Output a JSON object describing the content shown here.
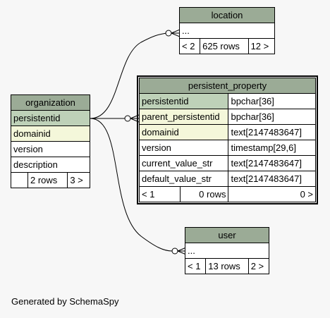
{
  "tables": {
    "location": {
      "name": "location",
      "rows": [
        "..."
      ],
      "footer": {
        "left": "< 2",
        "mid": "625 rows",
        "right": "12 >"
      }
    },
    "organization": {
      "name": "organization",
      "columns": [
        {
          "name": "persistentid",
          "kind": "pk"
        },
        {
          "name": "domainid",
          "kind": "fk"
        },
        {
          "name": "version",
          "kind": "plain"
        },
        {
          "name": "description",
          "kind": "plain"
        }
      ],
      "footer": {
        "left": "",
        "mid": "2 rows",
        "right": "3 >"
      }
    },
    "persistent_property": {
      "name": "persistent_property",
      "columns": [
        {
          "name": "persistentid",
          "type": "bpchar[36]",
          "kind": "pk"
        },
        {
          "name": "parent_persistentid",
          "type": "bpchar[36]",
          "kind": "fk"
        },
        {
          "name": "domainid",
          "type": "text[2147483647]",
          "kind": "fk"
        },
        {
          "name": "version",
          "type": "timestamp[29,6]",
          "kind": "plain"
        },
        {
          "name": "current_value_str",
          "type": "text[2147483647]",
          "kind": "plain"
        },
        {
          "name": "default_value_str",
          "type": "text[2147483647]",
          "kind": "plain"
        }
      ],
      "footer": {
        "left": "< 1",
        "mid": "0 rows",
        "right": "0 >"
      }
    },
    "user": {
      "name": "user",
      "rows": [
        "..."
      ],
      "footer": {
        "left": "< 1",
        "mid": "13 rows",
        "right": "2 >"
      }
    }
  },
  "footer_text": "Generated by SchemaSpy"
}
